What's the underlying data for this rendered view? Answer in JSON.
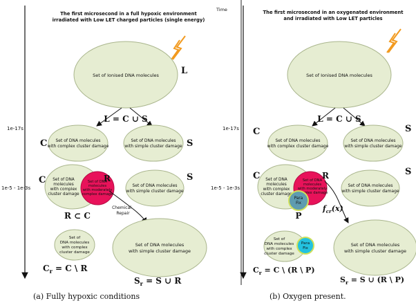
{
  "colors": {
    "ellipse_fill": "#e6edd2",
    "ellipse_stroke": "#a9b58c",
    "complex_damage": "#e8125a",
    "para_fix": "#23c2e0",
    "para_fix_ring": "#cfe05a",
    "lightning": "#f29a1f"
  },
  "time_label": "Time",
  "time_ticks": [
    "1e-17s",
    "1e-5 - 1e-3s"
  ],
  "left": {
    "title_line1": "The first microsecond in a full hypoxic environment",
    "title_line2": "irradiated with Low LET charged particles (single energy)",
    "ionised": "Set of Ionised DNA molecules",
    "label_L": "L",
    "eq_L": "L = C ∪ S",
    "label_C": "C",
    "label_S": "S",
    "complex_text": [
      "Set of DNA molecules",
      "with complex cluster damage"
    ],
    "simple_text": [
      "Set of DNA molecules",
      "with simple cluster damage"
    ],
    "label_C2": "C",
    "label_R": "R",
    "label_S2": "S",
    "complex2_text": [
      "Set of DNA",
      "molecules",
      "with complex",
      "cluster damage"
    ],
    "red_text": [
      "Set of DNA",
      "molecules",
      "with moderately",
      "complex damage"
    ],
    "simple2_text": [
      "Set of DNA molecules",
      "with simple cluster damage"
    ],
    "eq_R": "R ⊂ C",
    "chem_repair": [
      "Chemical",
      "Repair"
    ],
    "small_text": [
      "Set of",
      "DNA molecules",
      "with complex",
      "cluster damage"
    ],
    "big_text": [
      "Set of DNA molecules",
      "with simple cluster damage"
    ],
    "eq_Cr": "C",
    "eq_Cr_sub": "r",
    "eq_Cr_rest": " = C \\ R",
    "eq_Sr": "S",
    "eq_Sr_sub": "r",
    "eq_Sr_rest": " = S ∪ R",
    "caption": "(a)   Fully hypoxic conditions"
  },
  "right": {
    "title_line1": "The first microsecond in an oxygenated environment",
    "title_line2": "and irradiated with Low LET particles",
    "ionised": "Set of Ionised DNA molecules",
    "eq_L": "L = C ∪ S",
    "label_C": "C",
    "label_S": "S",
    "complex_text": [
      "Set of DNA molecules",
      "with complex cluster damage"
    ],
    "simple_text": [
      "Set of DNA molecules",
      "with simple cluster damage"
    ],
    "label_C2": "C",
    "label_R": "R",
    "label_S2": "S",
    "label_P": "P",
    "complex2_text": [
      "Set of DNA",
      "molecules",
      "with complex",
      "cluster damage"
    ],
    "red_text": [
      "Set of DNA",
      "molecules",
      "with moderately",
      "complex damage"
    ],
    "para_fix": [
      "Para",
      "Fix"
    ],
    "simple2_text": [
      "Set of DNA molecules",
      "with simple cluster damage"
    ],
    "fcr": "f",
    "fcr_sub": "cr",
    "fcr_rest": "(x)",
    "small_text": [
      "Set of",
      "DNA molecules",
      "with complex",
      "cluster damage"
    ],
    "para_fix2": [
      "Para",
      "Fix"
    ],
    "big_text": [
      "Set of DNA molecules",
      "with simple cluster damage"
    ],
    "eq_Cr": "C",
    "eq_Cr_sub": "r",
    "eq_Cr_rest": " = C \\ (R \\ P)",
    "eq_Sr": "S",
    "eq_Sr_sub": "r",
    "eq_Sr_rest": " = S ∪ (R \\ P)",
    "caption": "(b)   Oxygen present."
  }
}
